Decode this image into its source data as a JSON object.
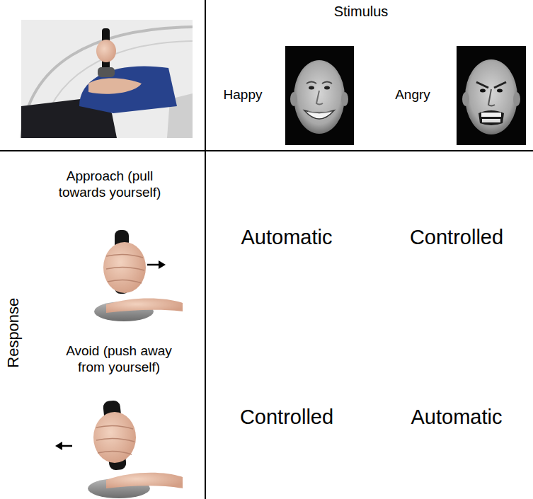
{
  "diagram": {
    "labels": [
      "Stimulus",
      "Happy",
      "Angry",
      "Approach (pull towards yourself)",
      "Avoid (push away from yourself)",
      "Response",
      "Automatic",
      "Controlled",
      "Controlled",
      "Automatic"
    ]
  }
}
